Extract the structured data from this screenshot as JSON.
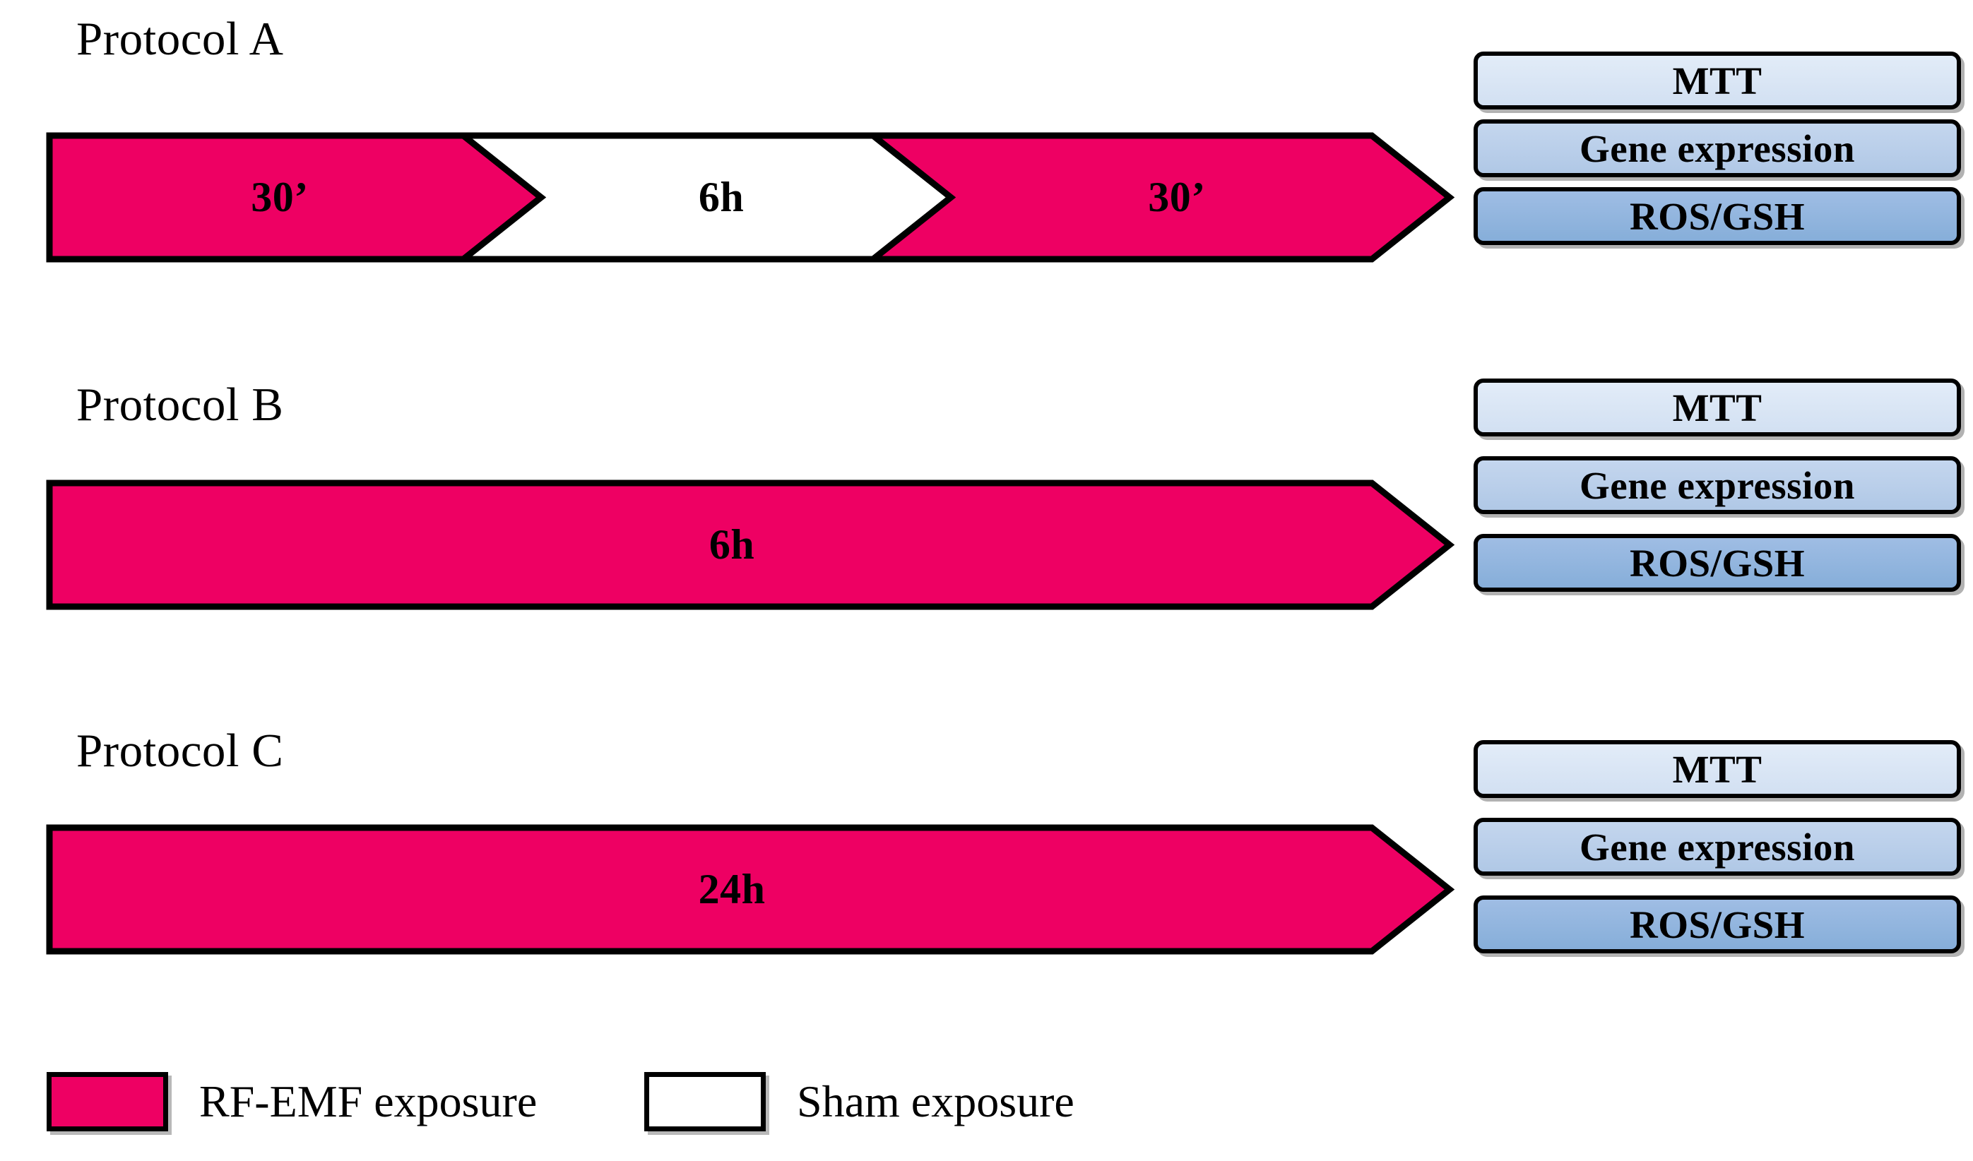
{
  "figure": {
    "colors": {
      "exposure_fill": "#ee0063",
      "sham_fill": "#ffffff",
      "outline": "#000000",
      "assay_light": "#d6e3f3",
      "assay_medium": "#b8cce8",
      "assay_dark": "#8fb4de"
    },
    "protocols": [
      {
        "label": "Protocol A",
        "timeline": {
          "segments": [
            {
              "text": "30’",
              "type": "exposure"
            },
            {
              "text": "6h",
              "type": "sham"
            },
            {
              "text": "30’",
              "type": "exposure"
            }
          ]
        },
        "assays": [
          {
            "label": "MTT"
          },
          {
            "label": "Gene expression"
          },
          {
            "label": "ROS/GSH"
          }
        ]
      },
      {
        "label": "Protocol B",
        "timeline": {
          "segments": [
            {
              "text": "6h",
              "type": "exposure"
            }
          ]
        },
        "assays": [
          {
            "label": "MTT"
          },
          {
            "label": "Gene expression"
          },
          {
            "label": "ROS/GSH"
          }
        ]
      },
      {
        "label": "Protocol C",
        "timeline": {
          "segments": [
            {
              "text": "24h",
              "type": "exposure"
            }
          ]
        },
        "assays": [
          {
            "label": "MTT"
          },
          {
            "label": "Gene expression"
          },
          {
            "label": "ROS/GSH"
          }
        ]
      }
    ],
    "legend": [
      {
        "label": "RF-EMF exposure",
        "type": "exposure"
      },
      {
        "label": "Sham exposure",
        "type": "sham"
      }
    ]
  }
}
